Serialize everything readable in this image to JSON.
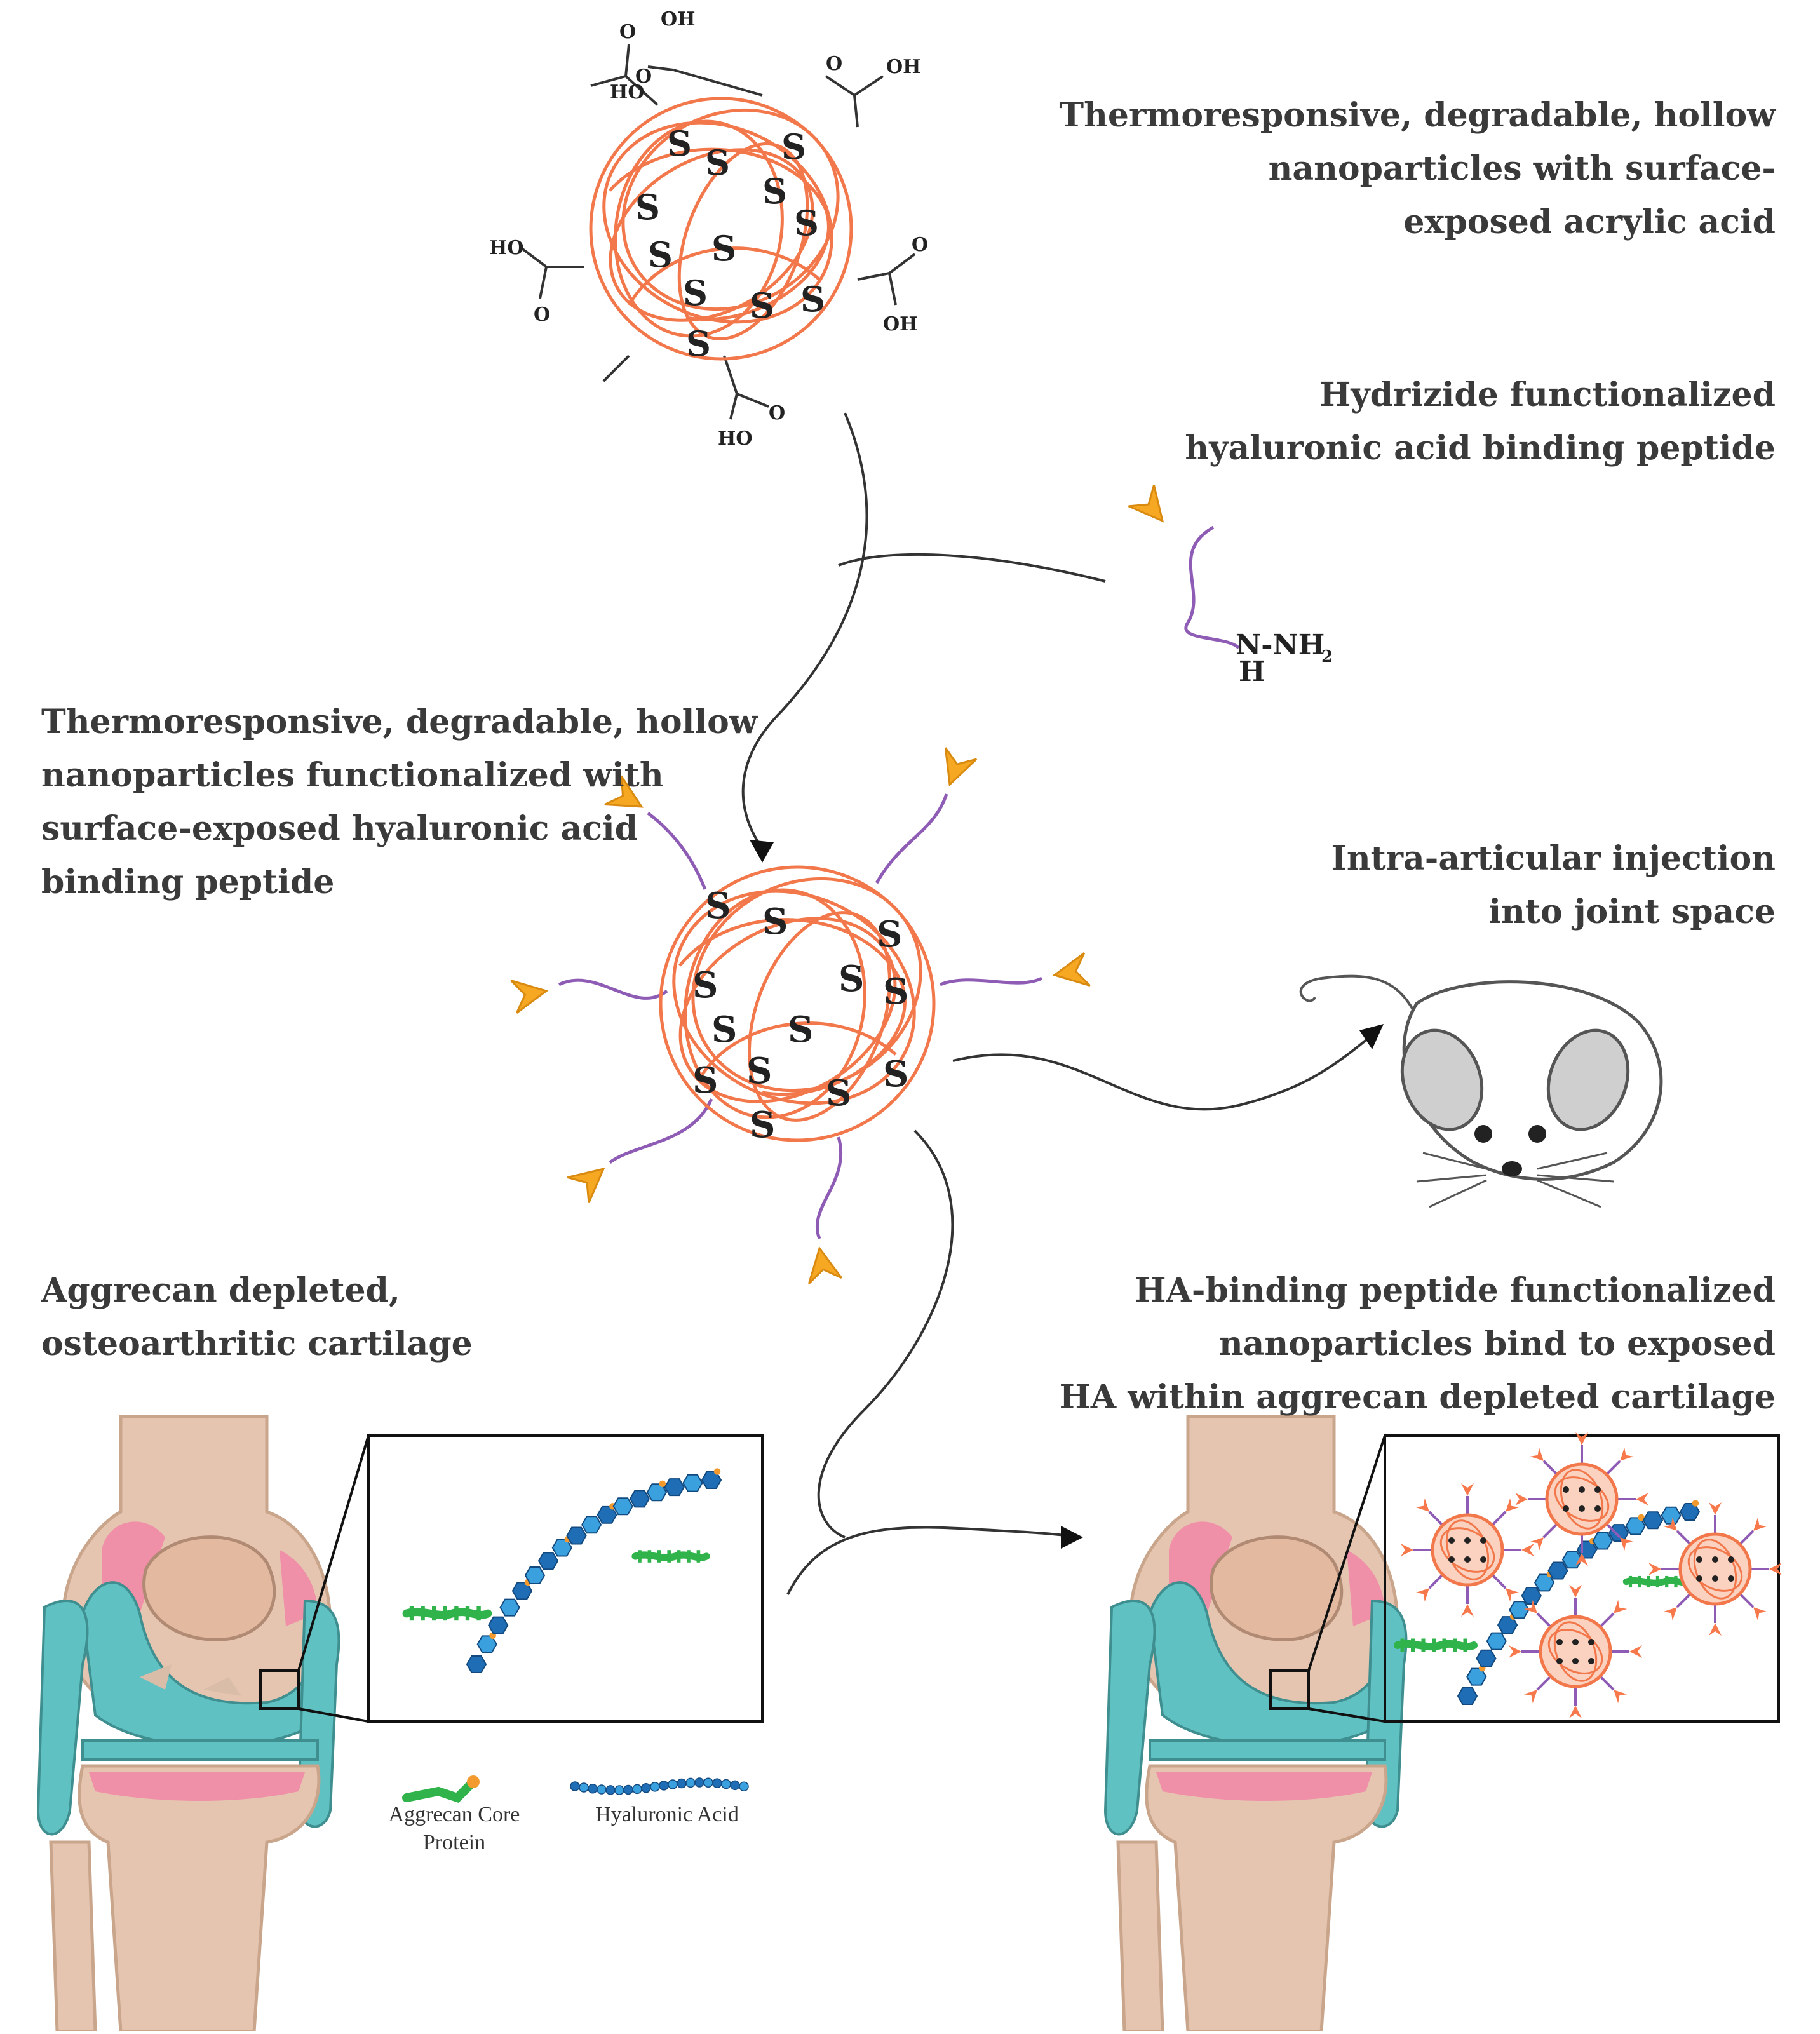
{
  "captions": {
    "top_right": [
      "Thermoresponsive, degradable, hollow",
      "nanoparticles with surface-",
      "exposed acrylic acid"
    ],
    "peptide": [
      "Hydrizide functionalized",
      "hyaluronic acid binding peptide"
    ],
    "middle_left": [
      "Thermoresponsive, degradable, hollow",
      "nanoparticles functionalized with",
      "surface-exposed hyaluronic acid",
      "binding peptide"
    ],
    "injection": [
      "Intra-articular injection",
      "into joint space"
    ],
    "bottom_left": [
      "Aggrecan depleted,",
      "osteoarthritic cartilage"
    ],
    "bottom_right": [
      "HA-binding peptide functionalized",
      "nanoparticles bind to exposed",
      "HA within aggrecan depleted cartilage"
    ]
  },
  "legend": {
    "aggrecan": [
      "Aggrecan Core",
      "Protein"
    ],
    "hyaluronic": "Hyaluronic Acid"
  },
  "chem": {
    "acid": "OH",
    "acid_ho": "HO",
    "oxygen": "O",
    "sulfur": "S",
    "hydrazide_n": "N-NH",
    "hydrazide_sub": "2",
    "hydrazide_h": "H"
  },
  "colors": {
    "particle": "#f2784b",
    "peptide_arrow": "#f7a823",
    "linker": "#8e5bb5",
    "text": "#3a3a3a",
    "cartilage": "#5fc1c2",
    "bone": "#e6c5b0",
    "inflamed": "#ef8fa8",
    "ha_dark": "#1f6db5",
    "ha_light": "#3aa0de",
    "aggrecan": "#2fb34a"
  }
}
